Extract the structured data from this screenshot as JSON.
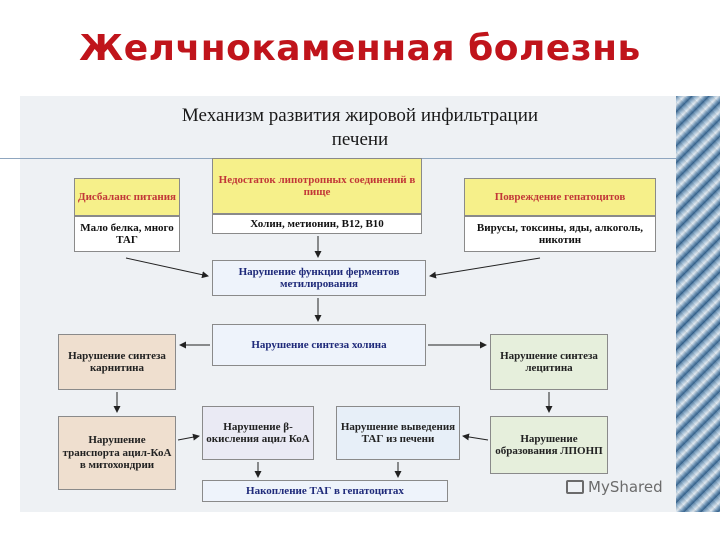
{
  "slide_title": "Желчнокаменная болезнь",
  "diagram": {
    "title_line1": "Механизм развития жировой инфильтрации",
    "title_line2": "печени",
    "causes": {
      "dysbalance": {
        "title": "Дисбаланс питания",
        "detail": "Мало белка, много ТАГ"
      },
      "lipotropic": {
        "title": "Недостаток липотропных соединений в пище",
        "detail": "Холин, метионин, B12, B10"
      },
      "hepatocyte": {
        "title": "Повреждение гепатоцитов",
        "detail": "Вирусы, токсины, яды, алкоголь, никотин"
      }
    },
    "methylation": "Нарушение функции ферментов метилирования",
    "choline": "Нарушение синтеза холина",
    "carnitine": "Нарушение синтеза карнитина",
    "lecithin": "Нарушение синтеза лецитина",
    "transport": "Нарушение транспорта ацил-КоА в митохондрии",
    "beta_oxidation": "Нарушение β-окисления ацил КоА",
    "tag_removal": "Нарушение выведения ТАГ из печени",
    "lpvp": "Нарушение образования ЛПОНП",
    "accumulation": "Накопление ТАГ в гепатоцитах"
  },
  "watermark": "MyShared"
}
